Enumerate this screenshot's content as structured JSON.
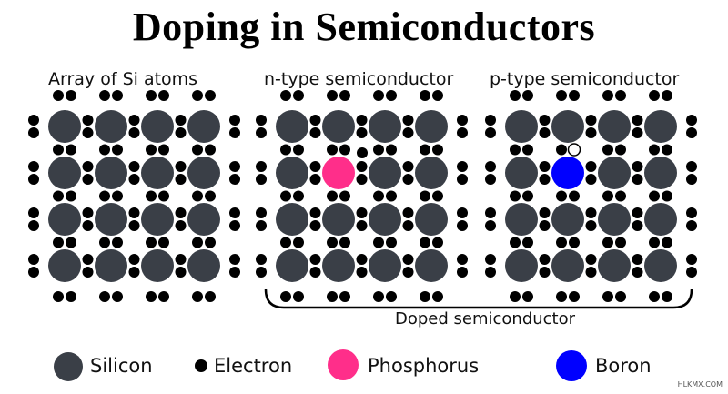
{
  "title": "Doping in Semiconductors",
  "panels": [
    {
      "label": "Array of Si atoms",
      "dopant": null
    },
    {
      "label": "n-type semiconductor",
      "dopant": "phosphorus",
      "dopant_row": 1,
      "dopant_col": 1,
      "extra": "electron"
    },
    {
      "label": "p-type semiconductor",
      "dopant": "boron",
      "dopant_row": 1,
      "dopant_col": 1,
      "extra": "hole"
    }
  ],
  "grid": {
    "rows": 4,
    "cols": 4
  },
  "bracket_label": "Doped semiconductor",
  "legend": {
    "silicon": "Silicon",
    "electron": "Electron",
    "phosphorus": "Phosphorus",
    "boron": "Boron"
  },
  "colors": {
    "silicon": "#3a3f47",
    "electron": "#000000",
    "phosphorus": "#ff2e8a",
    "boron": "#0000ff",
    "hole": "#ffffff"
  },
  "watermark": "HLKMX.COM"
}
